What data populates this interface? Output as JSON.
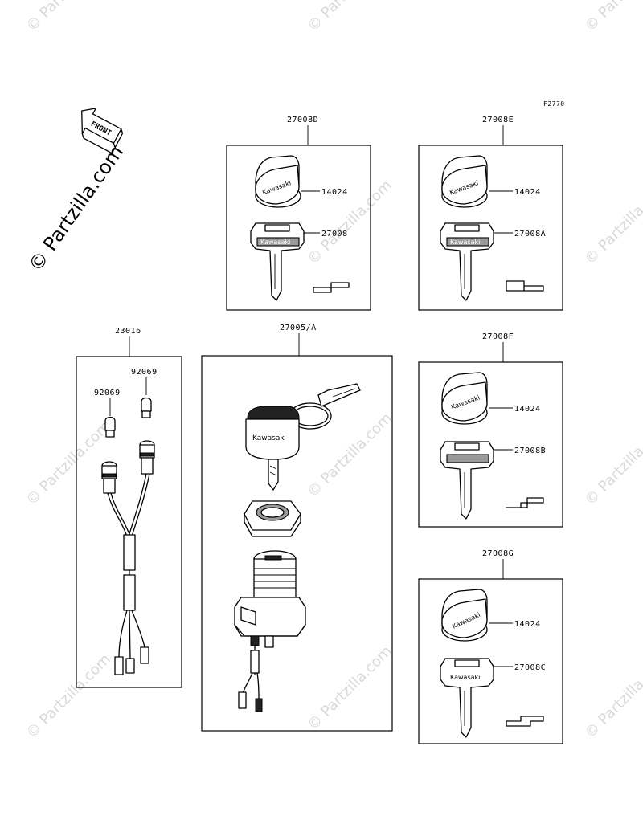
{
  "figure_code": "F2770",
  "watermark": "© Partzilla.com",
  "front_label": "FRONT",
  "brand": "Kawasaki",
  "brand_short": "Kawasak",
  "groups": [
    {
      "id": "27008D",
      "parts": [
        "14024",
        "27008"
      ]
    },
    {
      "id": "27008E",
      "parts": [
        "14024",
        "27008A"
      ]
    },
    {
      "id": "27008F",
      "parts": [
        "14024",
        "27008B"
      ]
    },
    {
      "id": "27008G",
      "parts": [
        "14024",
        "27008C"
      ]
    },
    {
      "id": "23016",
      "parts": [
        "92069",
        "92069"
      ]
    },
    {
      "id": "27005/A",
      "parts": []
    }
  ]
}
